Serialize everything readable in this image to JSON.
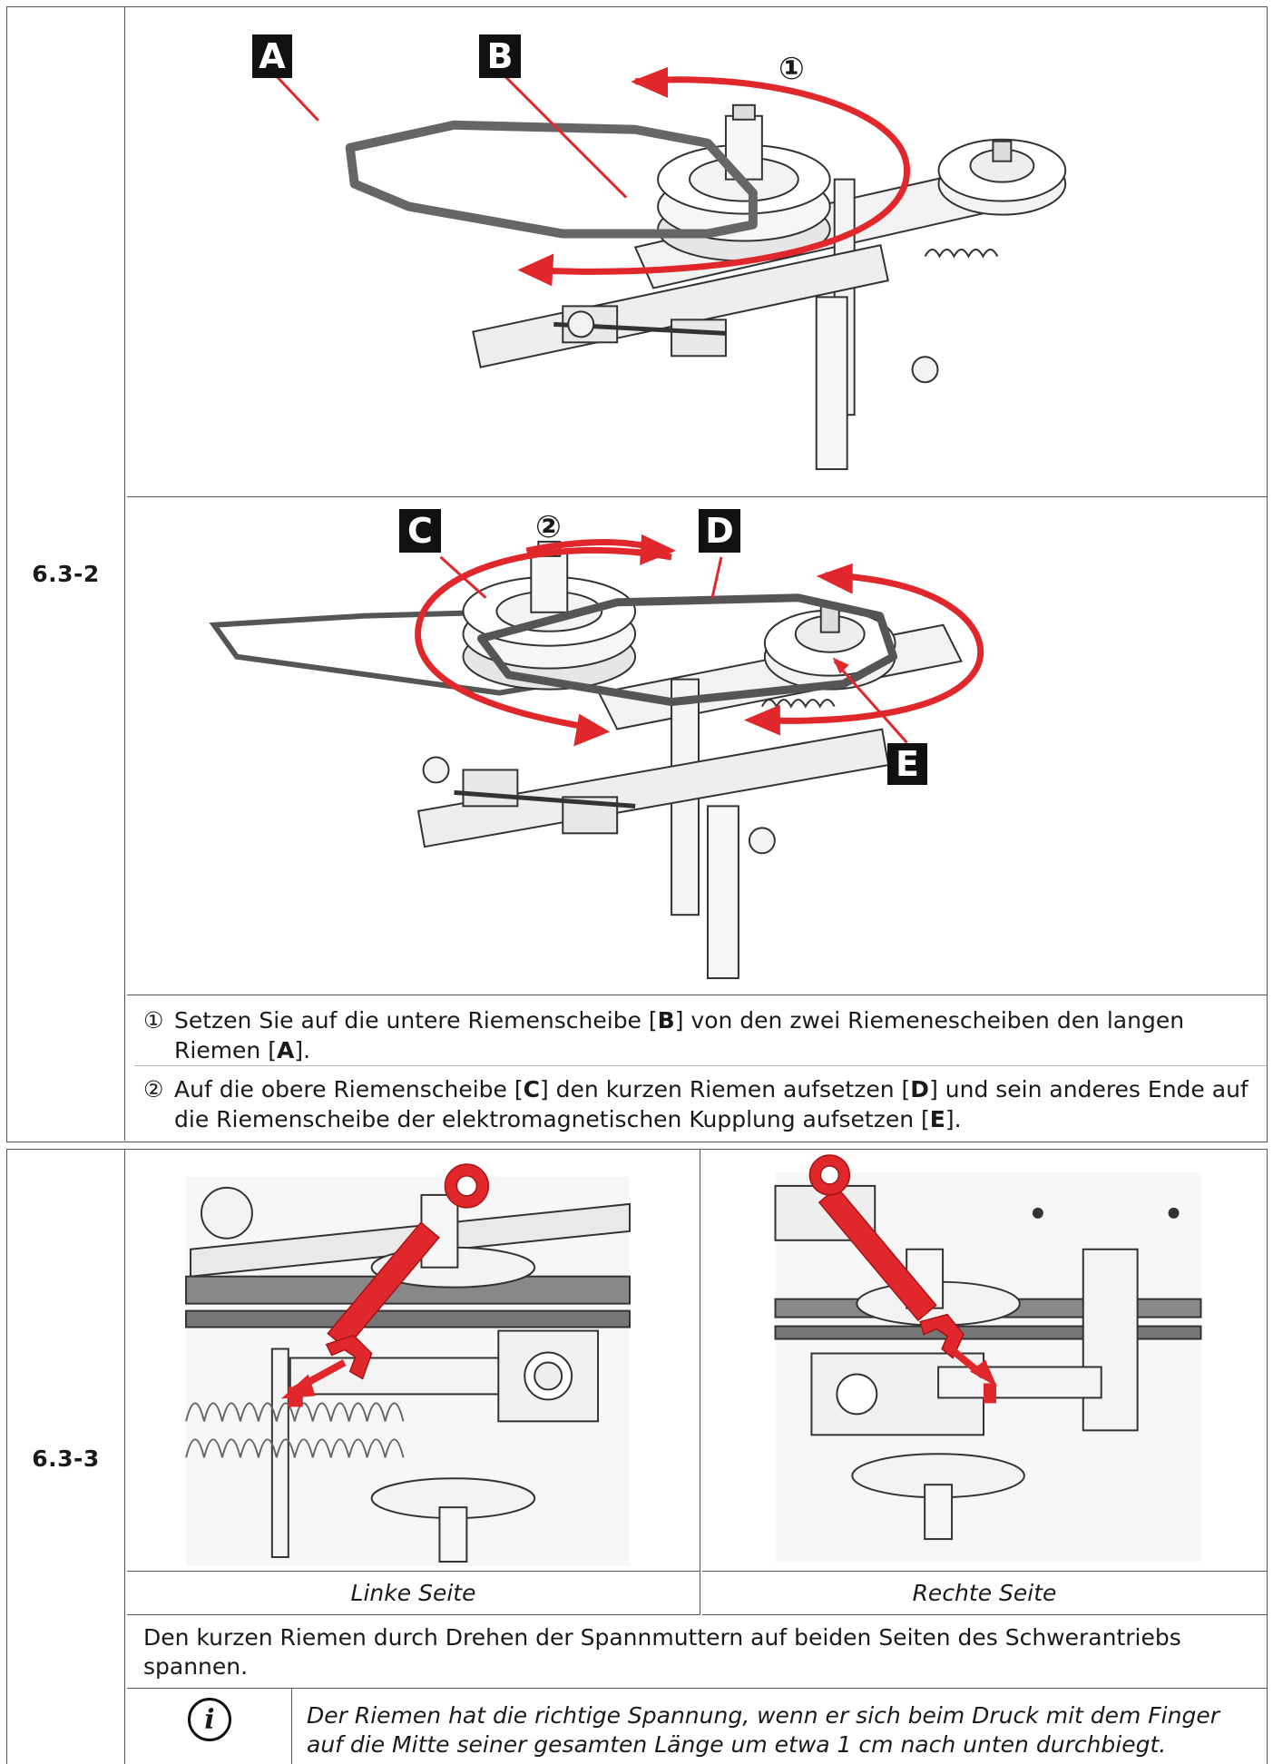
{
  "section_632": {
    "step_number": "6.3-2",
    "figure1_labels": {
      "a": "A",
      "b": "B",
      "step": "①"
    },
    "figure2_labels": {
      "c": "C",
      "d": "D",
      "e": "E",
      "step": "②"
    },
    "instructions": [
      {
        "marker": "①",
        "parts": [
          "Setzen Sie auf die untere Riemenscheibe [",
          "B",
          "] von den zwei Riemenescheiben den langen Riemen [",
          "A",
          "]."
        ]
      },
      {
        "marker": "②",
        "parts": [
          "Auf die obere Riemenscheibe [",
          "C",
          "] den kurzen Riemen aufsetzen [",
          "D",
          "] und sein anderes Ende auf die Riemenscheibe der elektromagnetischen Kupplung aufsetzen [",
          "E",
          "]."
        ]
      }
    ]
  },
  "section_633": {
    "step_number": "6.3-3",
    "left_caption": "Linke Seite",
    "right_caption": "Rechte Seite",
    "description": "Den kurzen Riemen durch Drehen der Spannmuttern auf beiden Seiten des Schwerantriebs spannen.",
    "note_icon": "i",
    "note": "Der Riemen hat die richtige Spannung, wenn er sich beim Druck mit dem Finger auf die Mitte seiner gesamten Länge um etwa 1 cm nach unten durchbiegt."
  },
  "colors": {
    "accent_red": "#e0272b",
    "border": "#555555",
    "label_bg": "#111111"
  }
}
